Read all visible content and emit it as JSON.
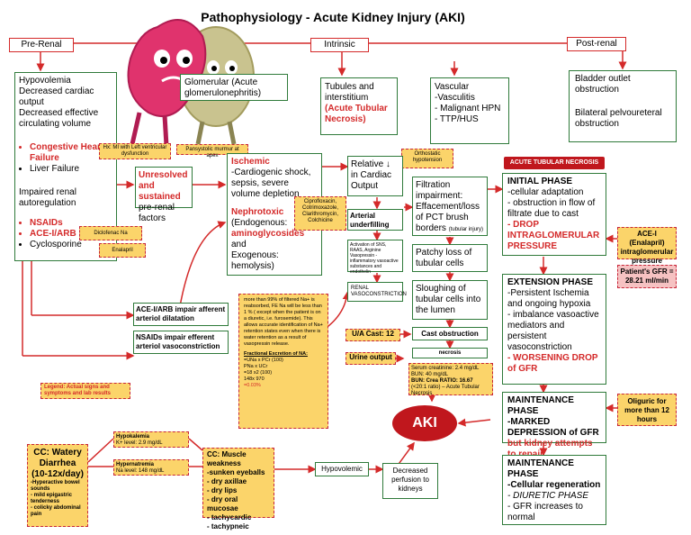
{
  "title": "Pathophysiology - Acute Kidney Injury (AKI)",
  "colors": {
    "red": "#d42a2a",
    "green": "#2f7a3a",
    "yellow": "#fbd46a",
    "pink": "#f6c2c2",
    "dark_red": "#c0171d"
  },
  "headers": {
    "pre_renal": "Pre-Renal",
    "intrinsic": "Intrinsic",
    "post_renal": "Post-renal"
  },
  "pre_renal": {
    "causes": "Hypovolemia\nDecreased cardiac output\nDecreased effective circulating volume",
    "congestive": "Congestive Heart Failure",
    "liver": "Liver Failure",
    "impaired": "Impaired renal autoregulation",
    "nsaids": "NSAIDs",
    "acei": "ACE-I/ARB",
    "cyclo": "Cyclosporine"
  },
  "notes": {
    "hx_mi": "Hx: MI with Left ventricular dysfunction",
    "pansystolic": "Pansystolic murmur at apex",
    "diclofenac": "Diclofenac Na",
    "enalapril": "Enalapril",
    "ortho": "Orthostatic hypotension",
    "abx": "Ciprofloxacin, Cotrimoxazole, Clarithromycin, Colchicine",
    "ua_cast": "U/A Cast: 12",
    "urine_output": "Urine output",
    "acei_enal": "ACE-I (Enalapril) intraglomerular pressure",
    "gfr": "Patient's GFR = 28.21 ml/min",
    "oliguric": "Oliguric for more than 12 hours",
    "legend": "Legend: Actual signs and symptoms and lab results"
  },
  "glomerular": "Glomerular (Acute glomerulonephritis)",
  "tubules": {
    "line1": "Tubules and interstitium",
    "line2": "(Acute Tubular Necrosis)"
  },
  "vascular": "Vascular\n-Vasculitis\n- Malignant HPN\n- TTP/HUS",
  "post_renal": {
    "bladder": "Bladder outlet obstruction",
    "bilateral": "Bilateral pelvoureteral obstruction"
  },
  "unresolved": {
    "red": "Unresolved and sustained",
    "rest": " pre-renal factors"
  },
  "ischemic": {
    "title": "Ischemic",
    "text": "-Cardiogenic shock, sepsis, severe volume depletion"
  },
  "nephrotoxic": {
    "title": "Nephrotoxic",
    "text1": "(Endogenous:",
    "text2": "aminoglycosides",
    "text3": " and",
    "text4": "Exogenous: hemolysis)"
  },
  "relative": "Relative ↓ in Cardiac Output",
  "arterial": "Arterial underfilling",
  "activation": "Activation of SNS, RAAS, Arginine Vasopressin - inflammatory vasoactive substances and endothelin",
  "renal_vaso": "RENAL VASOCONSTRICTION",
  "filtration": {
    "text": "Filtration impairment: Effacement/loss of PCT brush borders",
    "small": "(tubular injury)"
  },
  "patchy": "Patchy loss of tubular cells",
  "sloughing": "Sloughing of tubular cells into the lumen",
  "cast": "Cast obstruction",
  "necrosis": "necrosis",
  "labs": [
    "Serum creatinine: 2.4 mg/dL",
    "BUN: 40 mg/dL",
    "BUN: Crea RATIO: 16.67",
    "(<20:1 ratio) – Acute Tubular Necrosis"
  ],
  "fena": {
    "text": "more than 99% of filtered Na+ is reabsorbed, FE Na will be less than 1 % ( except when the patient is on a diuretic, i.e. furosemide). This allows accurate identification of Na+ retention states even when there is water retention as a result of vasopressin release.",
    "title": "Fractional Excretion of NA:",
    "lines": [
      "=UNa x PCr (100)",
      "PNa x UCr",
      "=18 x2 (100)",
      "148x 970",
      "=0.03%"
    ]
  },
  "ace_arb": "ACE-I/ARB impair afferent arteriol dilatation",
  "nsaids_box": "NSAIDs impair efferent arteriol vasoconstriction",
  "atn_header": "ACUTE TUBULAR NECROSIS",
  "initial": {
    "title": "INITIAL PHASE",
    "l1": "-cellular adaptation",
    "l2": "- obstruction in flow of filtrate due to cast",
    "l3": "- DROP INTRAGLOMERULAR PRESSURE"
  },
  "extension": {
    "title": "EXTENSION PHASE",
    "l1": "-Persistent Ischemia and ongoing hypoxia",
    "l2": "- imbalance vasoactive mediators and persistent vasoconstriction",
    "l3": "- WORSENING DROP of GFR"
  },
  "maintenance1": {
    "title": "MAINTENANCE PHASE",
    "l1": "-MARKED DEPRESSION of GFR",
    "l2": " but kidney attempts to repair"
  },
  "maintenance2": {
    "title": "MAINTENANCE PHASE",
    "l1": "-Cellular regeneration",
    "l2": "- DIURETIC PHASE",
    "l3": "- GFR increases to normal"
  },
  "aki": "AKI",
  "cc_diarrhea": {
    "title": "CC: Watery Diarrhea (10-12x/day)",
    "items": [
      "-Hyperactive bowel sounds",
      "- mild epigastric tenderness",
      "- colicky abdominal pain"
    ]
  },
  "hypokalemia": {
    "title": "Hypokalemia",
    "value": "K+ level: 2.9 mg/dL"
  },
  "hypernatremia": {
    "title": "Hypernatremia",
    "value": "Na level: 148 mg/dL"
  },
  "muscle": {
    "title": "CC: Muscle weakness",
    "items": [
      "-sunken eyeballs",
      "- dry axillae",
      "- dry lips",
      "- dry oral mucosae",
      "- tachycardic",
      "- tachypneic"
    ]
  },
  "hypovolemic": "Hypovolemic",
  "decreased_perf": "Decreased perfusion to kidneys"
}
